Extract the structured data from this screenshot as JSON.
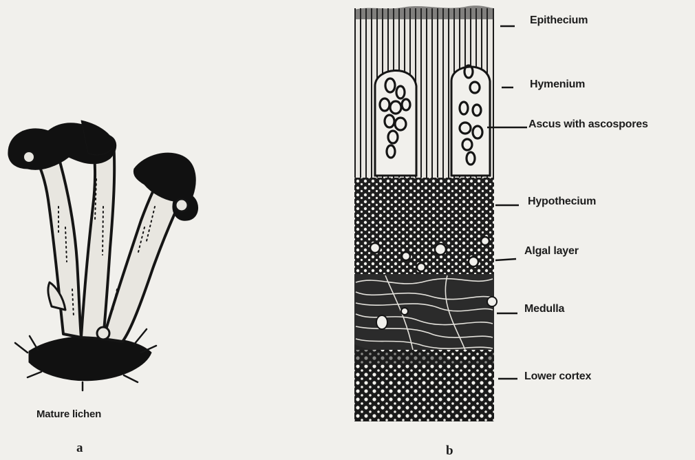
{
  "figure_a": {
    "caption": "Mature lichen",
    "letter": "a"
  },
  "figure_b": {
    "letter": "b",
    "labels": {
      "epithecium": "Epithecium",
      "hymenium": "Hymenium",
      "ascus": "Ascus with ascospores",
      "hypothecium": "Hypothecium",
      "algal_layer": "Algal layer",
      "medulla": "Medulla",
      "lower_cortex": "Lower cortex"
    }
  },
  "colors": {
    "ink": "#151515",
    "paper": "#f1f0ec"
  }
}
